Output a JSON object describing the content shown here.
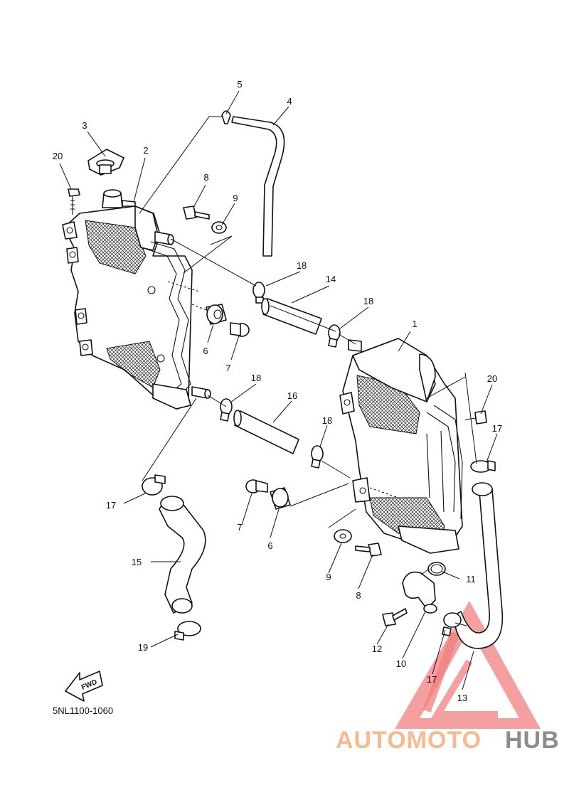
{
  "diagram_code": "5NL1100-1060",
  "fwd_label": "FWD",
  "watermark": {
    "part1": "AUTOMOTO",
    "part2": "HUB",
    "color1": "#f7b98f",
    "color2": "#8c8c8c",
    "triangle_color": "#f08080"
  },
  "callouts": [
    {
      "id": "c1",
      "text": "1"
    },
    {
      "id": "c2",
      "text": "2"
    },
    {
      "id": "c3",
      "text": "3"
    },
    {
      "id": "c4",
      "text": "4"
    },
    {
      "id": "c5",
      "text": "5"
    },
    {
      "id": "c6a",
      "text": "6"
    },
    {
      "id": "c6b",
      "text": "6"
    },
    {
      "id": "c7a",
      "text": "7"
    },
    {
      "id": "c7b",
      "text": "7"
    },
    {
      "id": "c8a",
      "text": "8"
    },
    {
      "id": "c8b",
      "text": "8"
    },
    {
      "id": "c9a",
      "text": "9"
    },
    {
      "id": "c9b",
      "text": "9"
    },
    {
      "id": "c10",
      "text": "10"
    },
    {
      "id": "c11",
      "text": "11"
    },
    {
      "id": "c12",
      "text": "12"
    },
    {
      "id": "c13",
      "text": "13"
    },
    {
      "id": "c14",
      "text": "14"
    },
    {
      "id": "c15",
      "text": "15"
    },
    {
      "id": "c16",
      "text": "16"
    },
    {
      "id": "c17a",
      "text": "17"
    },
    {
      "id": "c17b",
      "text": "17"
    },
    {
      "id": "c17c",
      "text": "17"
    },
    {
      "id": "c18a",
      "text": "18"
    },
    {
      "id": "c18b",
      "text": "18"
    },
    {
      "id": "c18c",
      "text": "18"
    },
    {
      "id": "c18d",
      "text": "18"
    },
    {
      "id": "c19",
      "text": "19"
    },
    {
      "id": "c20a",
      "text": "20"
    },
    {
      "id": "c20b",
      "text": "20"
    }
  ]
}
